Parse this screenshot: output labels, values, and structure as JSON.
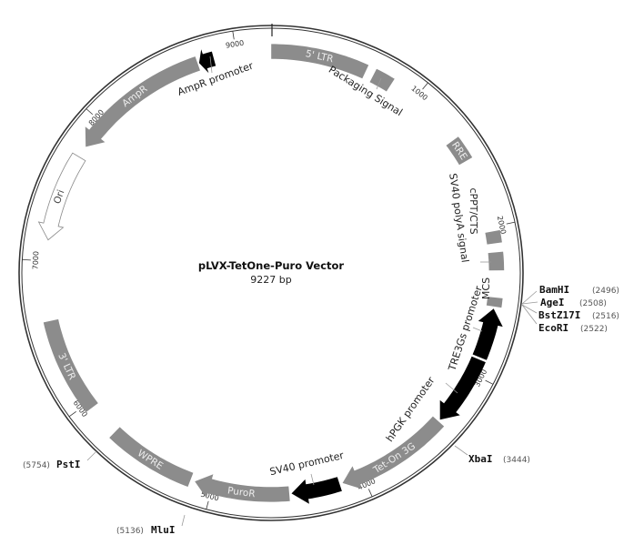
{
  "map": {
    "name": "pLVX-TetOne-Puro Vector",
    "size_label": "9227 bp",
    "total_bp": 9227,
    "colors": {
      "feature": "#8c8c8c",
      "promoter": "#000000",
      "ori_fill": "#ffffff",
      "backbone": "#333333"
    },
    "ticks": [
      "1000",
      "2000",
      "3000",
      "4000",
      "5000",
      "6000",
      "7000",
      "8000",
      "9000"
    ],
    "features": [
      {
        "name": "5' LTR",
        "start": 1,
        "end": 634,
        "dir": 0,
        "style": "gray",
        "inside": true
      },
      {
        "name": "Packaging Signal",
        "start": 690,
        "end": 820,
        "dir": 0,
        "style": "gray",
        "inside": false
      },
      {
        "name": "RRE",
        "start": 1370,
        "end": 1530,
        "dir": 0,
        "style": "gray",
        "inside": true
      },
      {
        "name": "cPPT/CTS",
        "start": 2030,
        "end": 2110,
        "dir": 0,
        "style": "gray",
        "inside": false
      },
      {
        "name": "SV40 polyA signal",
        "start": 2170,
        "end": 2290,
        "dir": 0,
        "style": "gray",
        "inside": false
      },
      {
        "name": "MCS",
        "start": 2470,
        "end": 2530,
        "dir": 0,
        "style": "gray",
        "inside": false
      },
      {
        "name": "TRE3Gs promoter",
        "start": 2545,
        "end": 2880,
        "dir": -1,
        "style": "black",
        "inside": false
      },
      {
        "name": "hPGK promoter",
        "start": 2895,
        "end": 3370,
        "dir": 1,
        "style": "black",
        "inside": false
      },
      {
        "name": "Tet-On 3G",
        "start": 3385,
        "end": 4140,
        "dir": 1,
        "style": "gray",
        "inside": true
      },
      {
        "name": "SV40 promoter",
        "start": 4160,
        "end": 4480,
        "dir": 1,
        "style": "black",
        "inside": false
      },
      {
        "name": "PuroR",
        "start": 4495,
        "end": 5120,
        "dir": 1,
        "style": "gray",
        "inside": true
      },
      {
        "name": "WPRE",
        "start": 5150,
        "end": 5740,
        "dir": 0,
        "style": "gray",
        "inside": true
      },
      {
        "name": "3' LTR",
        "start": 5960,
        "end": 6600,
        "dir": 0,
        "style": "gray",
        "inside": true
      },
      {
        "name": "Ori",
        "start": 7140,
        "end": 7730,
        "dir": -1,
        "style": "white",
        "inside": true
      },
      {
        "name": "AmpR",
        "start": 7810,
        "end": 8740,
        "dir": -1,
        "style": "gray",
        "inside": true
      },
      {
        "name": "AmpR promoter",
        "start": 8750,
        "end": 8850,
        "dir": -1,
        "style": "black",
        "inside": false
      }
    ],
    "sites": [
      {
        "name": "BamHI",
        "pos": "(2496)"
      },
      {
        "name": "AgeI",
        "pos": "(2508)"
      },
      {
        "name": "BstZ17I",
        "pos": "(2516)"
      },
      {
        "name": "EcoRI",
        "pos": "(2522)"
      },
      {
        "name": "XbaI",
        "pos": "(3444)"
      },
      {
        "name": "MluI",
        "pos": "(5136)"
      },
      {
        "name": "PstI",
        "pos": "(5754)"
      }
    ]
  }
}
